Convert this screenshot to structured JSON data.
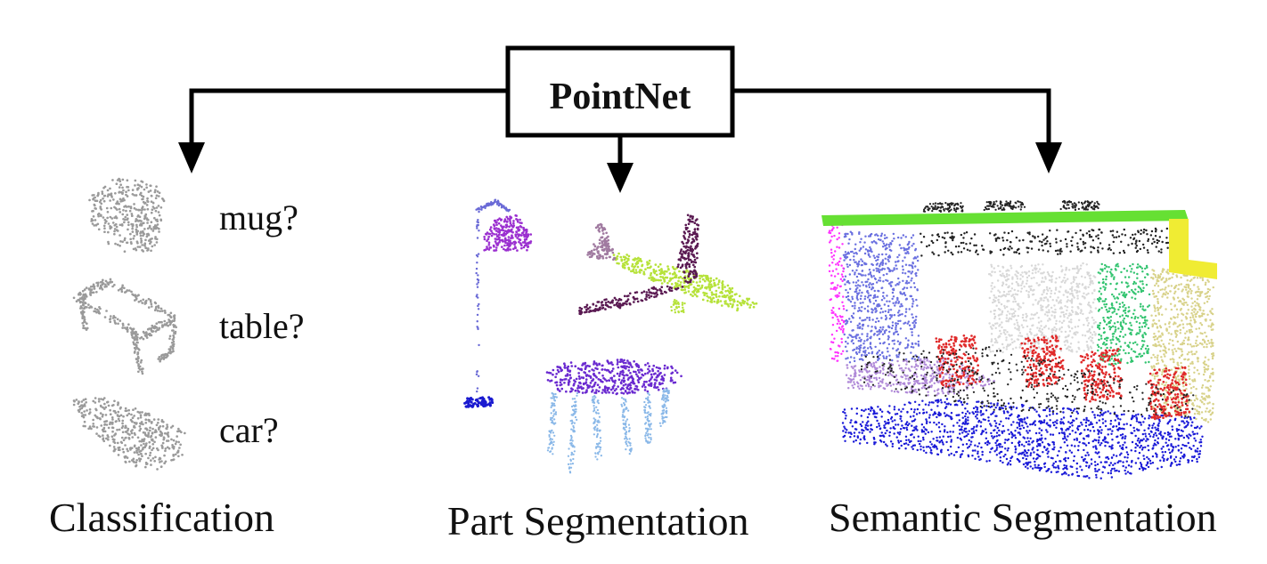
{
  "root": {
    "label": "PointNet"
  },
  "tasks": {
    "classification": {
      "label": "Classification",
      "queries": [
        "mug?",
        "table?",
        "car?"
      ]
    },
    "part_segmentation": {
      "label": "Part Segmentation"
    },
    "semantic_segmentation": {
      "label": "Semantic Segmentation"
    }
  },
  "colors": {
    "line": "#000000",
    "classification_points": "#9a9a9a",
    "lamp_head": "#9b30d0",
    "lamp_stand": "#6a6ad6",
    "lamp_base": "#1a1ad0",
    "plane_body": "#b6e23a",
    "plane_wings": "#5a1a52",
    "plane_tail": "#a07aa0",
    "table_top": "#6a2ad0",
    "table_legs": "#8ab8e8",
    "room_ceiling": "#66e033",
    "room_board": "#ff33ff",
    "room_wall_left": "#6a70e0",
    "room_window": "#d8d8d8",
    "room_door": "#33c470",
    "room_wall_right": "#d8d28a",
    "room_corner": "#f0ec33",
    "room_floor": "#1a1ad8",
    "room_chair": "#e02a2a",
    "room_clutter": "#222222",
    "room_sofa": "#b08ad8"
  }
}
